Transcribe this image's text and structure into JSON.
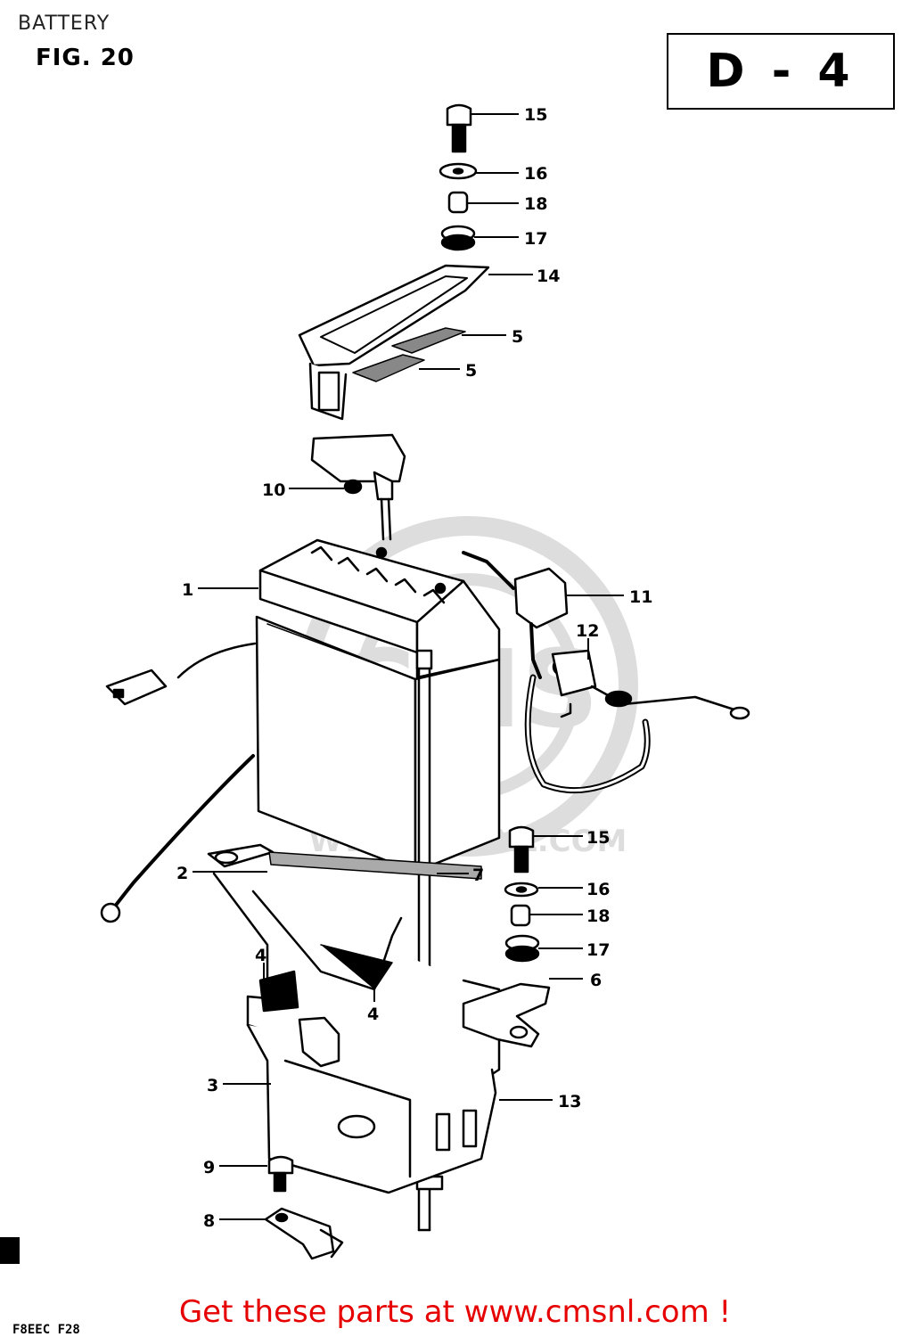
{
  "header": {
    "section_title": "BATTERY",
    "figure_label": "FIG. 20",
    "diagram_code": "D - 4"
  },
  "callouts": [
    {
      "id": "c15a",
      "number": "15"
    },
    {
      "id": "c16a",
      "number": "16"
    },
    {
      "id": "c18a",
      "number": "18"
    },
    {
      "id": "c17a",
      "number": "17"
    },
    {
      "id": "c14",
      "number": "14"
    },
    {
      "id": "c5a",
      "number": "5"
    },
    {
      "id": "c5b",
      "number": "5"
    },
    {
      "id": "c10",
      "number": "10"
    },
    {
      "id": "c1",
      "number": "1"
    },
    {
      "id": "c11",
      "number": "11"
    },
    {
      "id": "c12",
      "number": "12"
    },
    {
      "id": "c15b",
      "number": "15"
    },
    {
      "id": "c2",
      "number": "2"
    },
    {
      "id": "c7",
      "number": "7"
    },
    {
      "id": "c16b",
      "number": "16"
    },
    {
      "id": "c18b",
      "number": "18"
    },
    {
      "id": "c4a",
      "number": "4"
    },
    {
      "id": "c17b",
      "number": "17"
    },
    {
      "id": "c6",
      "number": "6"
    },
    {
      "id": "c4b",
      "number": "4"
    },
    {
      "id": "c3",
      "number": "3"
    },
    {
      "id": "c13",
      "number": "13"
    },
    {
      "id": "c9",
      "number": "9"
    },
    {
      "id": "c8",
      "number": "8"
    }
  ],
  "watermark": {
    "text": "CMS",
    "url_text": "WWW.CMSNL.COM"
  },
  "footer": {
    "promo_text": "Get these parts at www.cmsnl.com !",
    "model_code": "F8EEC F28"
  },
  "colors": {
    "line": "#000000",
    "footer": "#e60000",
    "watermark": "#000000"
  }
}
